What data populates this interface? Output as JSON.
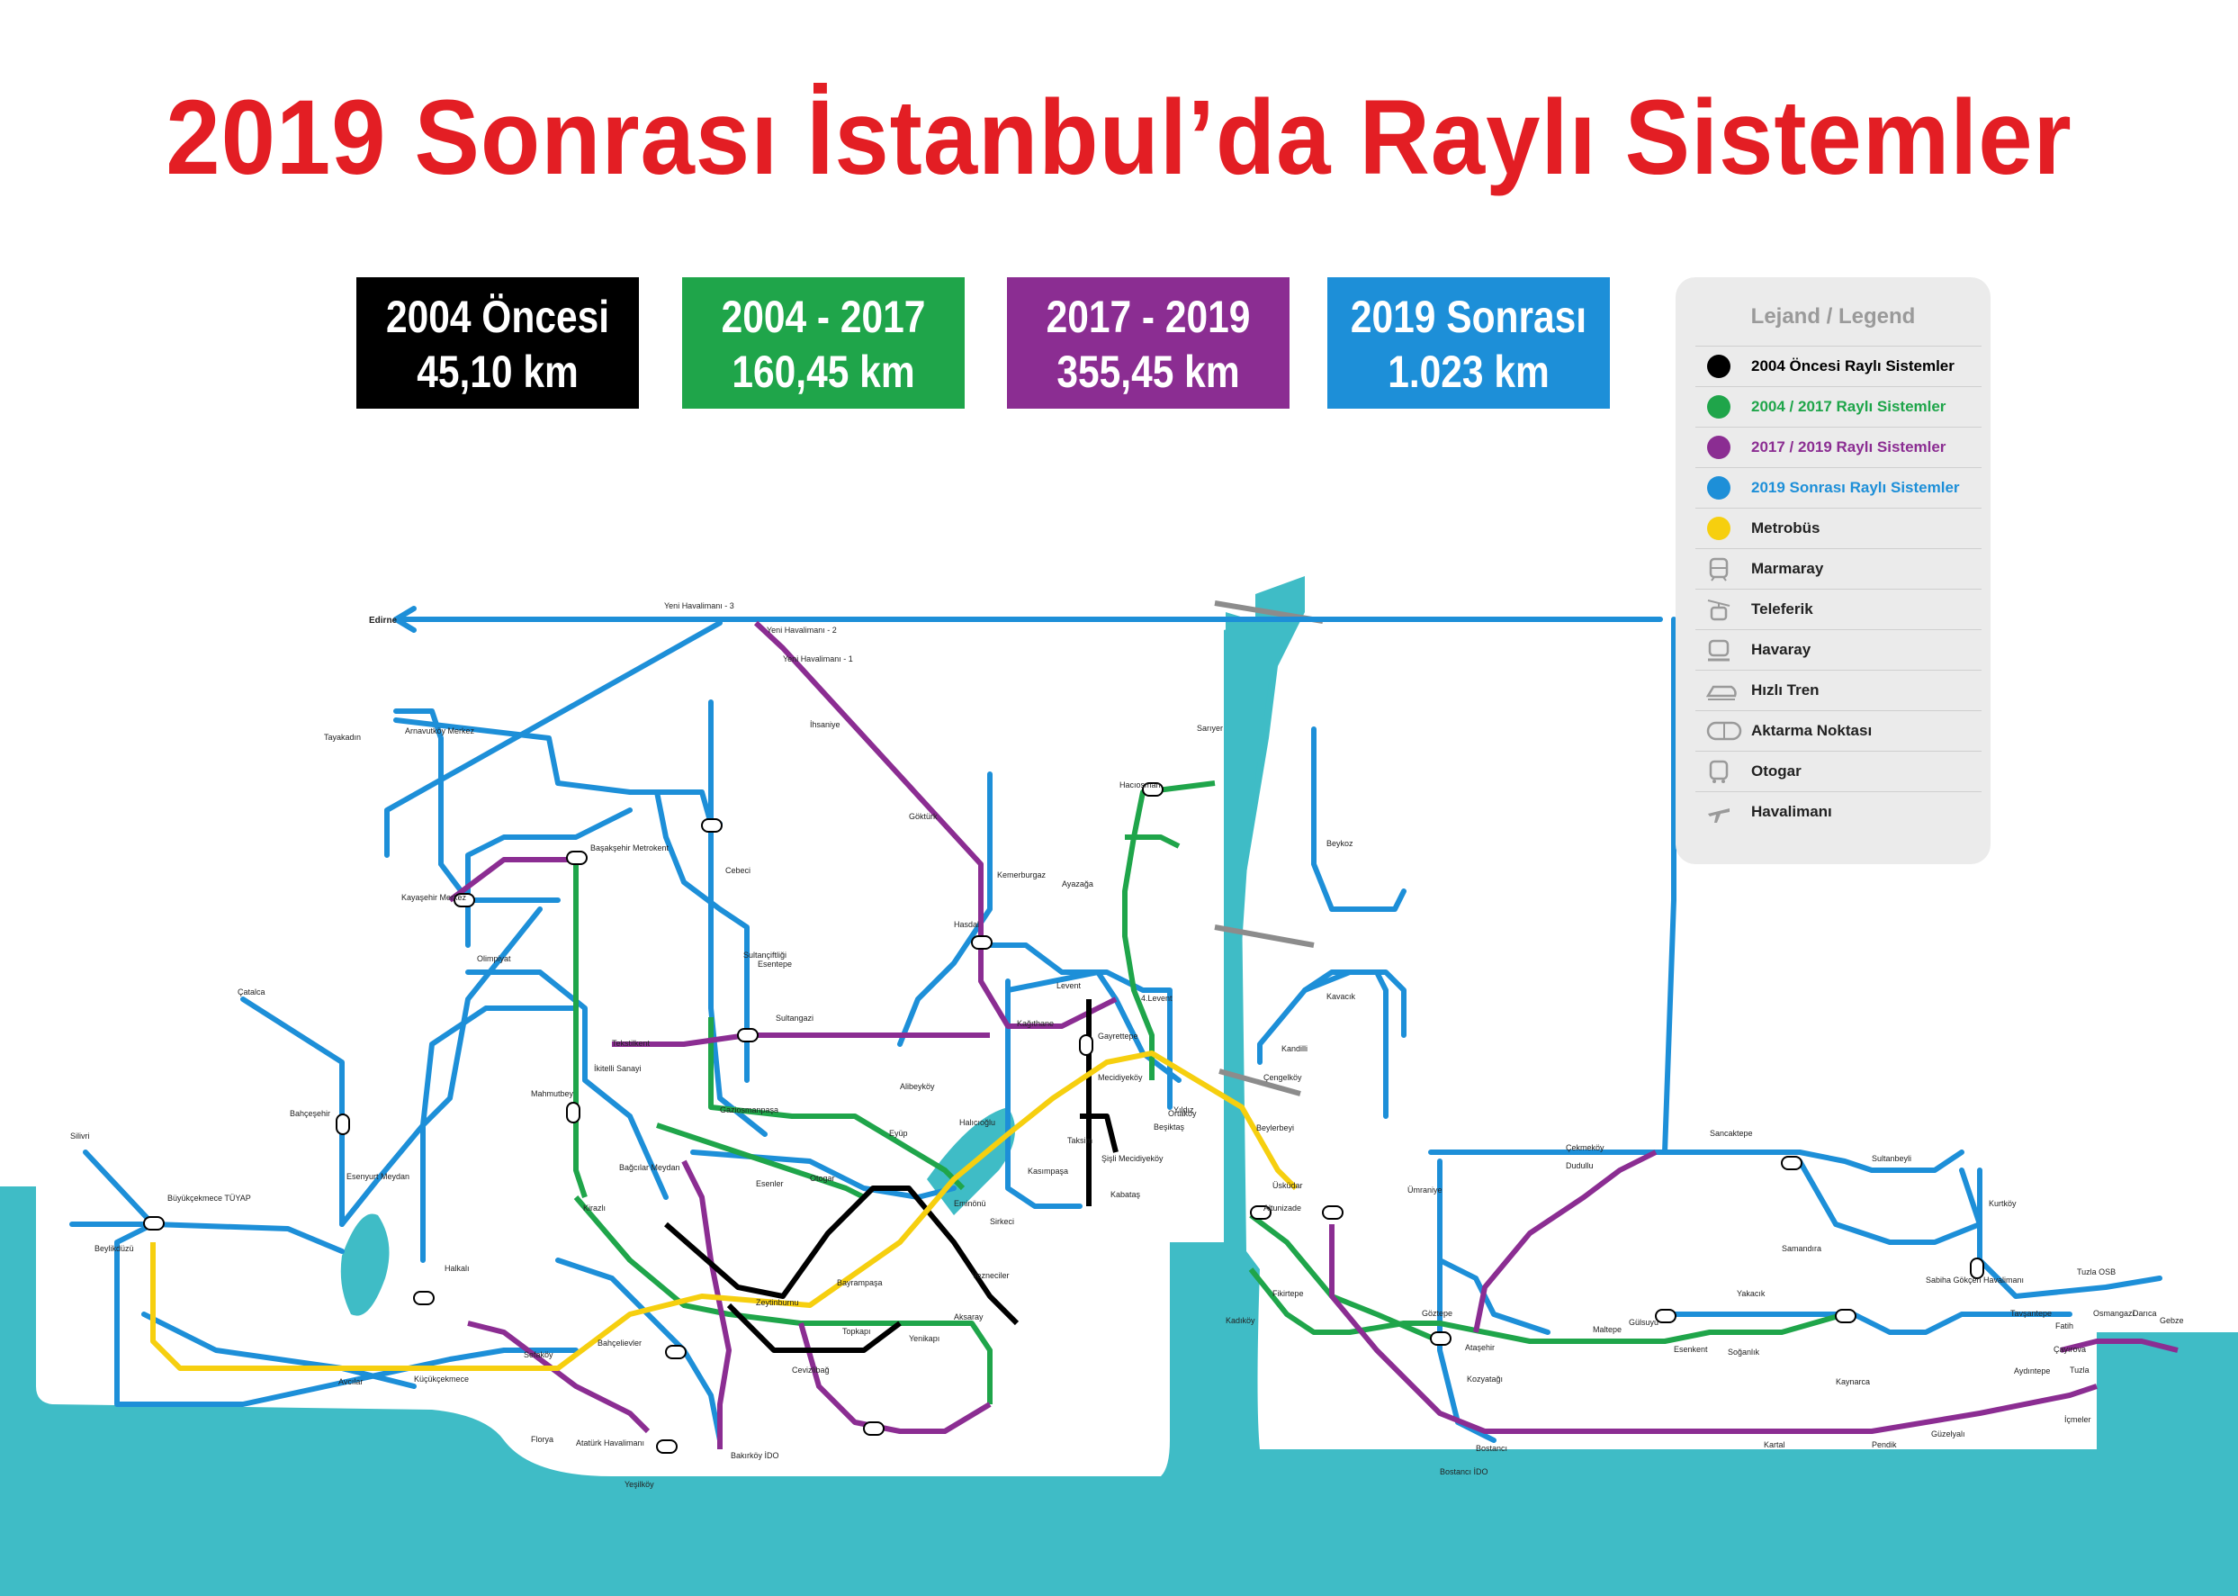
{
  "title": "2019 Sonrası İstanbul’da Raylı Sistemler",
  "periods": [
    {
      "label": "2004 Öncesi",
      "km": "45,10 km",
      "color": "#000000"
    },
    {
      "label": "2004 - 2017",
      "km": "160,45 km",
      "color": "#1fa54a"
    },
    {
      "label": "2017 - 2019",
      "km": "355,45 km",
      "color": "#8b2d92"
    },
    {
      "label": "2019 Sonrası",
      "km": "1.023 km",
      "color": "#1d8fd8"
    }
  ],
  "legend": {
    "title": "Lejand / Legend",
    "items": [
      {
        "label": "2004 Öncesi Raylı Sistemler",
        "icon": "black-dot-icon",
        "color": "#000000"
      },
      {
        "label": "2004 / 2017 Raylı Sistemler",
        "icon": "green-dot-icon",
        "color": "#1fa54a"
      },
      {
        "label": "2017 / 2019 Raylı Sistemler",
        "icon": "purple-dot-icon",
        "color": "#8b2d92"
      },
      {
        "label": "2019 Sonrası Raylı Sistemler",
        "icon": "blue-dot-icon",
        "color": "#1d8fd8"
      },
      {
        "label": "Metrobüs",
        "icon": "yellow-dot-icon",
        "color": "#f6cf0f"
      },
      {
        "label": "Marmaray",
        "icon": "train-icon",
        "color": "#9a9a9a"
      },
      {
        "label": "Teleferik",
        "icon": "cable-car-icon",
        "color": "#9a9a9a"
      },
      {
        "label": "Havaray",
        "icon": "monorail-icon",
        "color": "#9a9a9a"
      },
      {
        "label": "Hızlı Tren",
        "icon": "high-speed-train-icon",
        "color": "#9a9a9a"
      },
      {
        "label": "Aktarma Noktası",
        "icon": "transfer-icon",
        "color": "#9a9a9a"
      },
      {
        "label": "Otogar",
        "icon": "bus-terminal-icon",
        "color": "#9a9a9a"
      },
      {
        "label": "Havalimanı",
        "icon": "airport-icon",
        "color": "#9a9a9a"
      }
    ]
  },
  "colors": {
    "sea": "#3fbcc6",
    "pre2004": "#000000",
    "p2004_2017": "#1fa54a",
    "p2017_2019": "#8b2d92",
    "post2019": "#1d8fd8",
    "metrobus": "#f6cf0f"
  },
  "stations": {
    "edirne": "Edirne",
    "yeni_havalimani_3": "Yeni Havalimanı - 3",
    "yeni_havalimani_2": "Yeni Havalimanı - 2",
    "yeni_havalimani_1": "Yeni Havalimanı - 1",
    "tayakadin": "Tayakadın",
    "arnavutkoy": "Arnavutköy Merkez",
    "kayasehir": "Kayaşehir Merkez",
    "catalca": "Çatalca",
    "silivri": "Silivri",
    "buyukcekmece": "Büyükçekmece TÜYAP",
    "beylikduzu": "Beylikdüzü",
    "esenyurt": "Esenyurt Meydan",
    "bahcesehir": "Bahçeşehir",
    "halkali": "Halkalı",
    "mahmutbey": "Mahmutbey",
    "basaksehir": "Başakşehir Metrokent",
    "olimpiyat": "Olimpiyat",
    "kirazli": "Kirazlı",
    "bagcilar": "Bağcılar Meydan",
    "bakirkoy": "Bakırköy İDO",
    "ataturk_havalimani": "Atatürk Havalimanı",
    "zeytinburnu": "Zeytinburnu",
    "otogar": "Otogar",
    "yenikapi": "Yenikapı",
    "sisli": "Şişli Mecidiyeköy",
    "gayrettepe": "Gayrettepe",
    "levent": "Levent",
    "kabatas": "Kabataş",
    "taksim": "Taksim",
    "kagithane": "Kağıthane",
    "hacıosman": "Hacıosman",
    "sariyer": "Sarıyer",
    "uskudar": "Üsküdar",
    "kadikoy": "Kadıköy",
    "altunizade": "Altunizade",
    "umraniye": "Ümraniye",
    "cekmekoy": "Çekmeköy",
    "atasehir": "Ataşehir",
    "bostanci": "Bostancı",
    "kartal": "Kartal",
    "pendik": "Pendik",
    "sabiha": "Sabiha Gökçen Havalimanı",
    "tuzla": "Tuzla",
    "gebze": "Gebze",
    "darica": "Darıca",
    "sultanbeyli": "Sultanbeyli",
    "sancaktepe": "Sancaktepe",
    "samandira": "Samandıra",
    "kurtkoy": "Kurtköy",
    "dudullu": "Dudullu",
    "kavacik": "Kavacık",
    "beykoz": "Beykoz",
    "bostanci_ido": "Bostancı İDO",
    "gebze_osb": "Tuzla OSB",
    "zeytinburnu2": "Cevizlibağ",
    "esenler": "Esenler",
    "eminonu": "Eminönü",
    "sirkeci": "Sirkeci",
    "mecidiyekoy": "Mecidiyeköy",
    "besiktas": "Beşiktaş",
    "4levent": "4.Levent",
    "ayazaga": "Ayazağa",
    "gokturk": "Göktürk",
    "ihsaniye": "İhsaniye",
    "kemerburgaz": "Kemerburgaz",
    "hasdal": "Hasdal",
    "tekstilkent": "Tekstilkent",
    "ikitelli": "İkitelli Sanayi",
    "florya": "Florya",
    "yesilkoy": "Yeşilköy",
    "kucukcekmece": "Küçükçekmece",
    "avcilar": "Avcılar",
    "sefakoy": "Sefaköy",
    "topkapi": "Topkapı",
    "aksaray": "Aksaray",
    "vezneciler": "Vezneciler",
    "kasimpasa": "Kasımpaşa",
    "halicioglu": "Halıcıoğlu",
    "eyup": "Eyüp",
    "alibeykoy": "Alibeyköy",
    "gaziosmanpasa": "Gaziosmanpaşa",
    "sultangazi": "Sultangazi",
    "gaziosmanpasa2": "Sultançiftliği",
    "cebeci": "Cebeci",
    "esentepe": "Esentepe",
    "bayrampasa": "Bayrampaşa",
    "bahcelievler": "Bahçelievler",
    "yildiz": "Yıldız",
    "ortakoy": "Ortaköy",
    "kandilli": "Kandilli",
    "cengelkoy": "Çengelköy",
    "beylerbeyi": "Beylerbeyi",
    "goztepe": "Göztepe",
    "fikirtepe": "Fikirtepe",
    "kozyatagi": "Kozyatağı",
    "maltepe": "Maltepe",
    "gulsuyu": "Gülsuyu",
    "esenkent": "Esenkent",
    "soganlik": "Soğanlık",
    "yakacik": "Yakacık",
    "kaynarca": "Kaynarca",
    "aydintepe": "Aydıntepe",
    "icmeler": "İçmeler",
    "osmangazi": "Osmangazi",
    "fatih": "Fatih",
    "tavsantepe": "Tavşantepe",
    "gulbahar": "Güzelyalı",
    "cayirova": "Çayırova"
  }
}
